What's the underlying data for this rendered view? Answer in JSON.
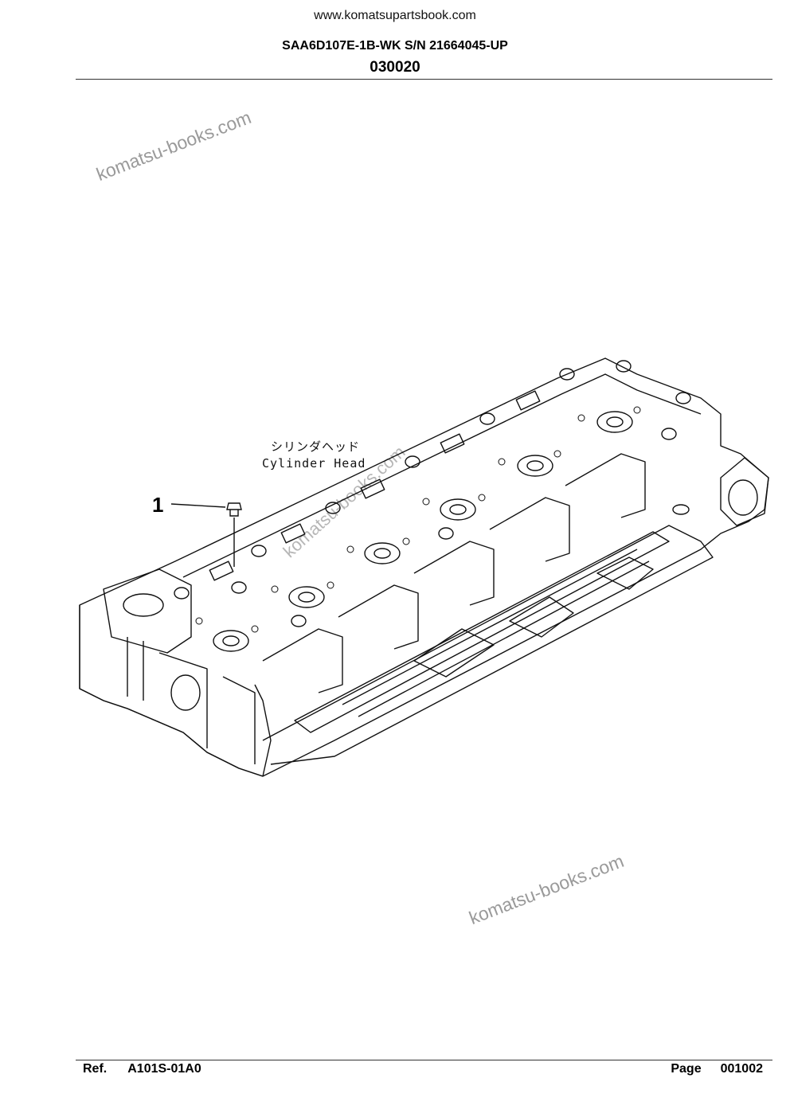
{
  "header": {
    "site_url": "www.komatsupartsbook.com",
    "model_serial": "SAA6D107E-1B-WK S/N 21664045-UP",
    "section_code": "030020"
  },
  "diagram": {
    "part_name_jp": "シリンダヘッド",
    "part_name_en": "Cylinder Head",
    "callouts": [
      {
        "number": "1"
      }
    ]
  },
  "watermark": {
    "text": "komatsu-books.com"
  },
  "footer": {
    "ref_label": "Ref.",
    "ref_value": "A101S-01A0",
    "page_label": "Page",
    "page_value": "001002"
  }
}
